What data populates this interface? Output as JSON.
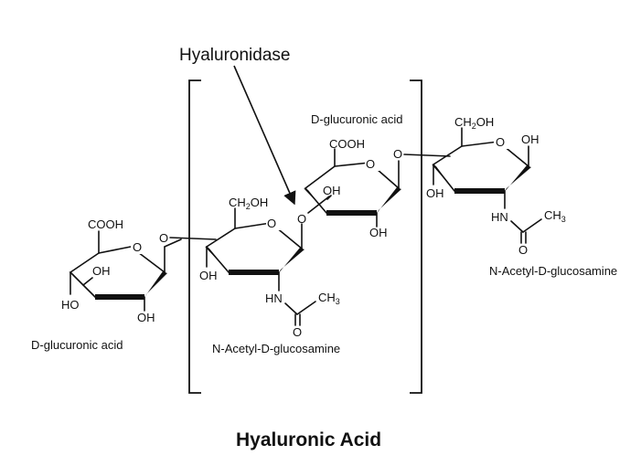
{
  "title": "Hyaluronic Acid",
  "enzyme_label": "Hyaluronidase",
  "units": [
    {
      "name": "D-glucuronic acid"
    },
    {
      "name": "N-Acetyl-D-glucosamine"
    },
    {
      "name": "D-glucuronic acid"
    },
    {
      "name": "N-Acetyl-D-glucosamine"
    }
  ],
  "atoms": {
    "cooh": "COOH",
    "o": "O",
    "oh": "OH",
    "ho": "HO",
    "ch2oh_prefix": "CH",
    "ch2oh_sub": "2",
    "ch2oh_suffix": "OH",
    "nh": "HN",
    "ch3_prefix": "CH",
    "ch3_sub": "3"
  }
}
